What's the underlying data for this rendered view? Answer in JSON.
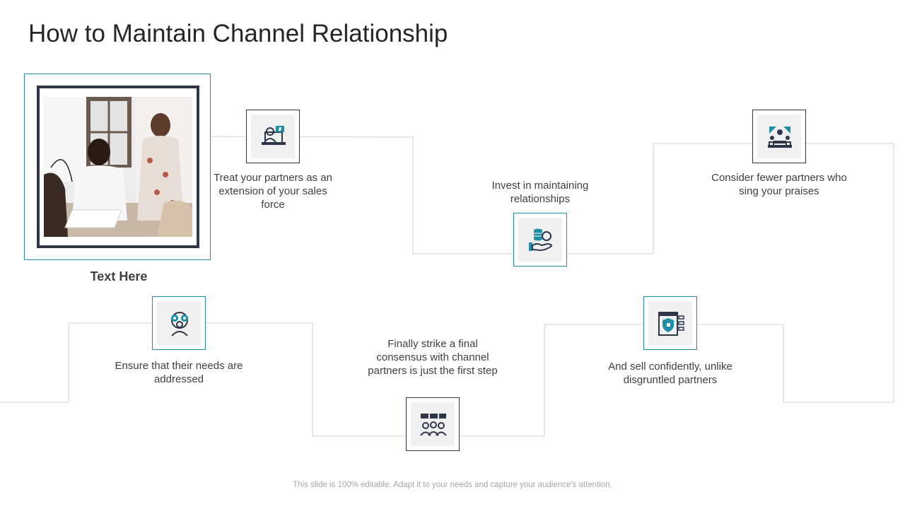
{
  "title": "How to Maintain Channel Relationship",
  "photo": {
    "caption": "Text Here"
  },
  "steps": [
    {
      "text": "Treat your partners as an extension of your sales force",
      "icon": "presenter-laptop-icon"
    },
    {
      "text": "Invest in maintaining relationships",
      "icon": "hand-coins-icon"
    },
    {
      "text": "Consider fewer partners who sing your praises",
      "icon": "team-meeting-icon"
    },
    {
      "text": "Ensure that their needs are addressed",
      "icon": "head-gears-icon"
    },
    {
      "text": "Finally strike a final consensus with channel partners is just the first step",
      "icon": "group-chat-icon"
    },
    {
      "text": "And sell confidently, unlike disgruntled partners",
      "icon": "secure-document-icon"
    }
  ],
  "footer": "This slide is 100% editable. Adapt it to your needs and capture your audience's attention.",
  "colors": {
    "accent": "#1e8fa6",
    "dark": "#2f3649",
    "line": "#d9d9d9"
  }
}
